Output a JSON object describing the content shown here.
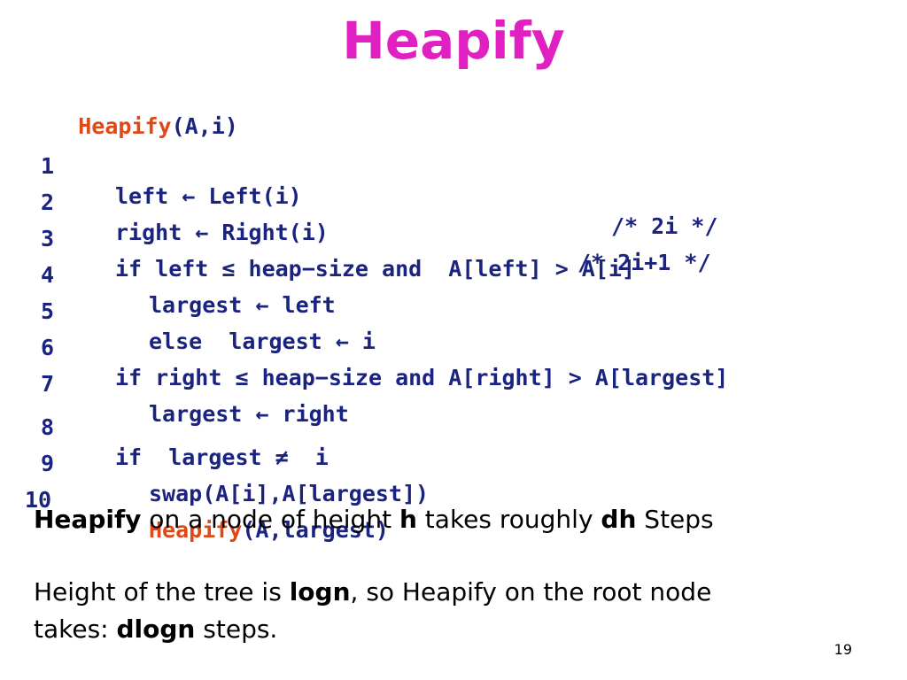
{
  "title": "Heapify",
  "code": {
    "header_name": "Heapify",
    "header_args": "(A,i)",
    "lines": [
      {
        "num": "1",
        "text": "left ← Left(i)",
        "comment": "/* 2i */"
      },
      {
        "num": "2",
        "text": "right ← Right(i)",
        "comment": "/* 2i+1 */"
      },
      {
        "num": "3",
        "text": "if left ≤ heap−size and  A[left] > A[i]"
      },
      {
        "num": "4",
        "text": "largest ← left"
      },
      {
        "num": "5",
        "text": "else  largest ← i"
      },
      {
        "num": "6",
        "text": "if right ≤ heap−size and A[right] > A[largest]"
      },
      {
        "num": "7",
        "text": "largest ← right"
      },
      {
        "num": "8",
        "text": "if  largest ≠  i"
      },
      {
        "num": "9",
        "text": "swap(A[i],A[largest])"
      },
      {
        "num": "10",
        "name": "Heapify",
        "text": "(A,largest)"
      }
    ]
  },
  "notes": {
    "p1": {
      "b1": "Heapify",
      "t1": " on a node of height ",
      "b2": "h",
      "t2": " takes roughly ",
      "b3": "dh",
      "t3": " Steps"
    },
    "p2": {
      "t1": "Height of the tree is ",
      "b1": "logn",
      "t2": ", so Heapify on the root node"
    },
    "p3": {
      "t1": "takes: ",
      "b1": "dlogn",
      "t2": " steps."
    }
  },
  "page_number": "19",
  "colors": {
    "title": "#e020c0",
    "code": "#1a2380",
    "keyword_highlight": "#e04818"
  }
}
